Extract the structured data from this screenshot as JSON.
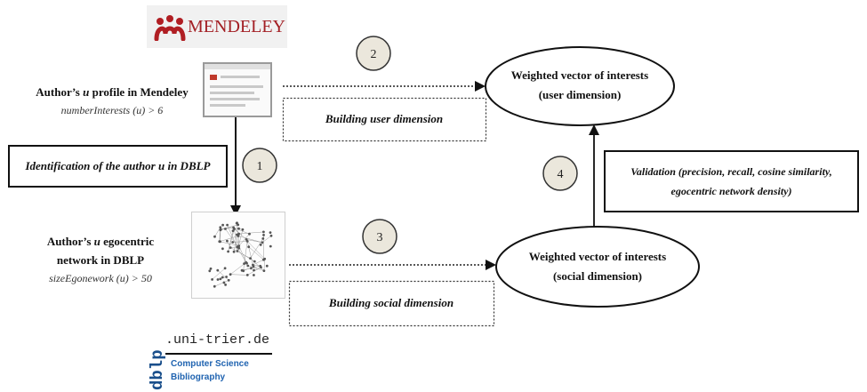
{
  "diagram": {
    "mendeley_logo": {
      "wordmark": "MENDELEY",
      "color": "#a31f24"
    },
    "profile_label": {
      "prefix": "Author’s",
      "variable": "u",
      "suffix": "profile in Mendeley",
      "condition": "numberInterests (u) > 6"
    },
    "identification_box": {
      "text": "Identification of the author u in DBLP"
    },
    "user_dimension_box": {
      "text": "Building user dimension"
    },
    "user_vector": {
      "line1": "Weighted vector of interests",
      "line2": "(user dimension)"
    },
    "validation_box": {
      "line1": "Validation (precision, recall, cosine similarity,",
      "line2": "egocentric network density)"
    },
    "network_label": {
      "prefix": "Author’s",
      "variable": "u",
      "suffix": "egocentric",
      "line2": "network in DBLP",
      "condition": "sizeEgonework (u) > 50"
    },
    "social_dimension_box": {
      "text": "Building social dimension"
    },
    "social_vector": {
      "line1": "Weighted vector of interests",
      "line2": "(social dimension)"
    },
    "steps": [
      "1",
      "2",
      "3",
      "4"
    ],
    "dblp_logo": {
      "vertical": "dblp",
      "domain": ".uni-trier.de",
      "line1": "Computer Science",
      "line2": "Bibliography",
      "color": "#1f63b0"
    }
  },
  "colors": {
    "step_circle_fill": "#ebe7dc",
    "line": "#111111"
  }
}
